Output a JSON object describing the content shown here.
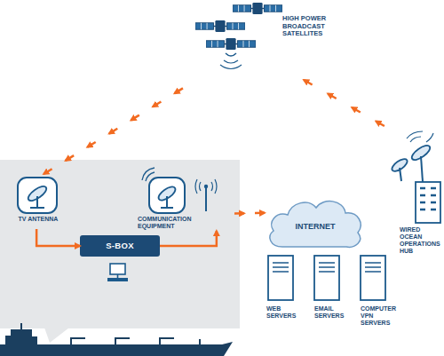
{
  "diagram": {
    "nodes": [
      {
        "text": [
          "HIGH POWER BROADCAST SATELLITES"
        ]
      },
      {
        "text": [
          "TV ANTENNA"
        ]
      },
      {
        "text": [
          "COMMUNICATION EQUIPMENT"
        ]
      },
      {
        "text": [
          "S-BOX"
        ]
      },
      {
        "text": [
          "INTERNET"
        ]
      },
      {
        "text": [
          "WEB SERVERS"
        ]
      },
      {
        "text": [
          "EMAIL SERVERS"
        ]
      },
      {
        "text": [
          "COMPUTER VPN SERVERS"
        ]
      },
      {
        "text": [
          "WIRED OCEAN OPERATIONS HUB"
        ]
      }
    ],
    "edges": [
      {
        "from": 0,
        "to": 1,
        "arrow": "to"
      },
      {
        "from": 1,
        "to": 3,
        "arrow": "to"
      },
      {
        "from": 3,
        "to": 2,
        "arrow": "to"
      },
      {
        "from": 2,
        "to": 4,
        "arrow": "to"
      },
      {
        "from": 8,
        "to": 0,
        "arrow": "to"
      }
    ]
  }
}
